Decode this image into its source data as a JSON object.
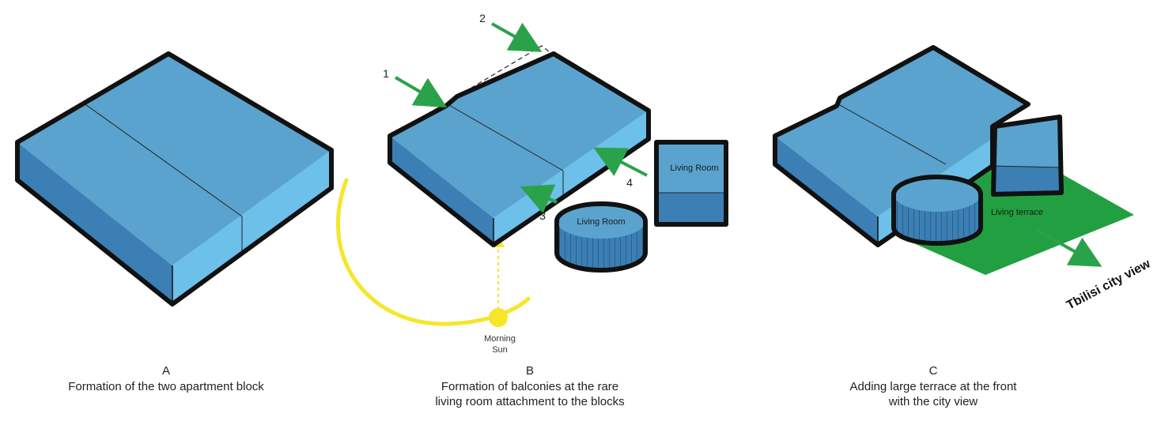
{
  "colors": {
    "block_top": "#5aa3cf",
    "block_front": "#6dc0ea",
    "block_side": "#3b7fb5",
    "arrow": "#2aa24a",
    "sun": "#f5e62a",
    "terrace": "#22a041",
    "outline": "#111111"
  },
  "panels": [
    {
      "letter": "A",
      "caption_lines": [
        "Formation of the two apartment block"
      ]
    },
    {
      "letter": "B",
      "caption_lines": [
        "Formation of balconies at the rare",
        "living room attachment to the blocks"
      ],
      "markers": [
        "1",
        "2",
        "3",
        "4"
      ],
      "living_room_box": "Living Room",
      "living_room_cylinder": "Living Room",
      "sun_label_lines": [
        "Morning",
        "Sun"
      ]
    },
    {
      "letter": "C",
      "caption_lines": [
        "Adding large terrace at the front",
        "with the city view"
      ],
      "terrace_label": "Living terrace",
      "view_label": "Tbilisi city view"
    }
  ]
}
